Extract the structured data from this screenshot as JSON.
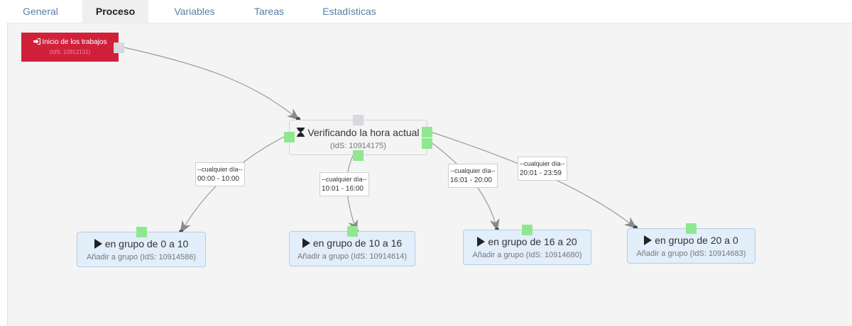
{
  "tabs": [
    {
      "label": "General"
    },
    {
      "label": "Proceso"
    },
    {
      "label": "Variables"
    },
    {
      "label": "Tareas"
    },
    {
      "label": "Estadísticas"
    }
  ],
  "active_tab": "Proceso",
  "nodes": {
    "start": {
      "title": "Inicio de los trabajos",
      "sub": "(IdS: 10912131)",
      "icon": "sign-in-icon",
      "color": "#d0203a"
    },
    "check": {
      "title": "Verificando la hora actual",
      "sub": "(IdS: 10914175)",
      "icon": "hourglass-icon"
    },
    "groups": [
      {
        "title": "en grupo de 0 a 10",
        "sub": "Añadir a grupo (IdS: 10914586)"
      },
      {
        "title": "en grupo de 10 a 16",
        "sub": "Añadir a grupo (IdS: 10914614)"
      },
      {
        "title": "en grupo de 16 a 20",
        "sub": "Añadir a grupo (IdS: 10914680)"
      },
      {
        "title": "en grupo de 20 a 0",
        "sub": "Añadir a grupo (IdS: 10914683)"
      }
    ]
  },
  "edge_labels": [
    {
      "line1": "--cualquier día--",
      "line2": "00:00 - 10:00"
    },
    {
      "line1": "--cualquier día--",
      "line2": "10:01 - 16:00"
    },
    {
      "line1": "--cualquier día--",
      "line2": "16:01 - 20:00"
    },
    {
      "line1": "--cualquier día--",
      "line2": "20:01 - 23:59"
    }
  ],
  "colors": {
    "port_output": "#8fe88f",
    "port_input": "#d8d8de",
    "group_fill": "#e2eefa"
  }
}
